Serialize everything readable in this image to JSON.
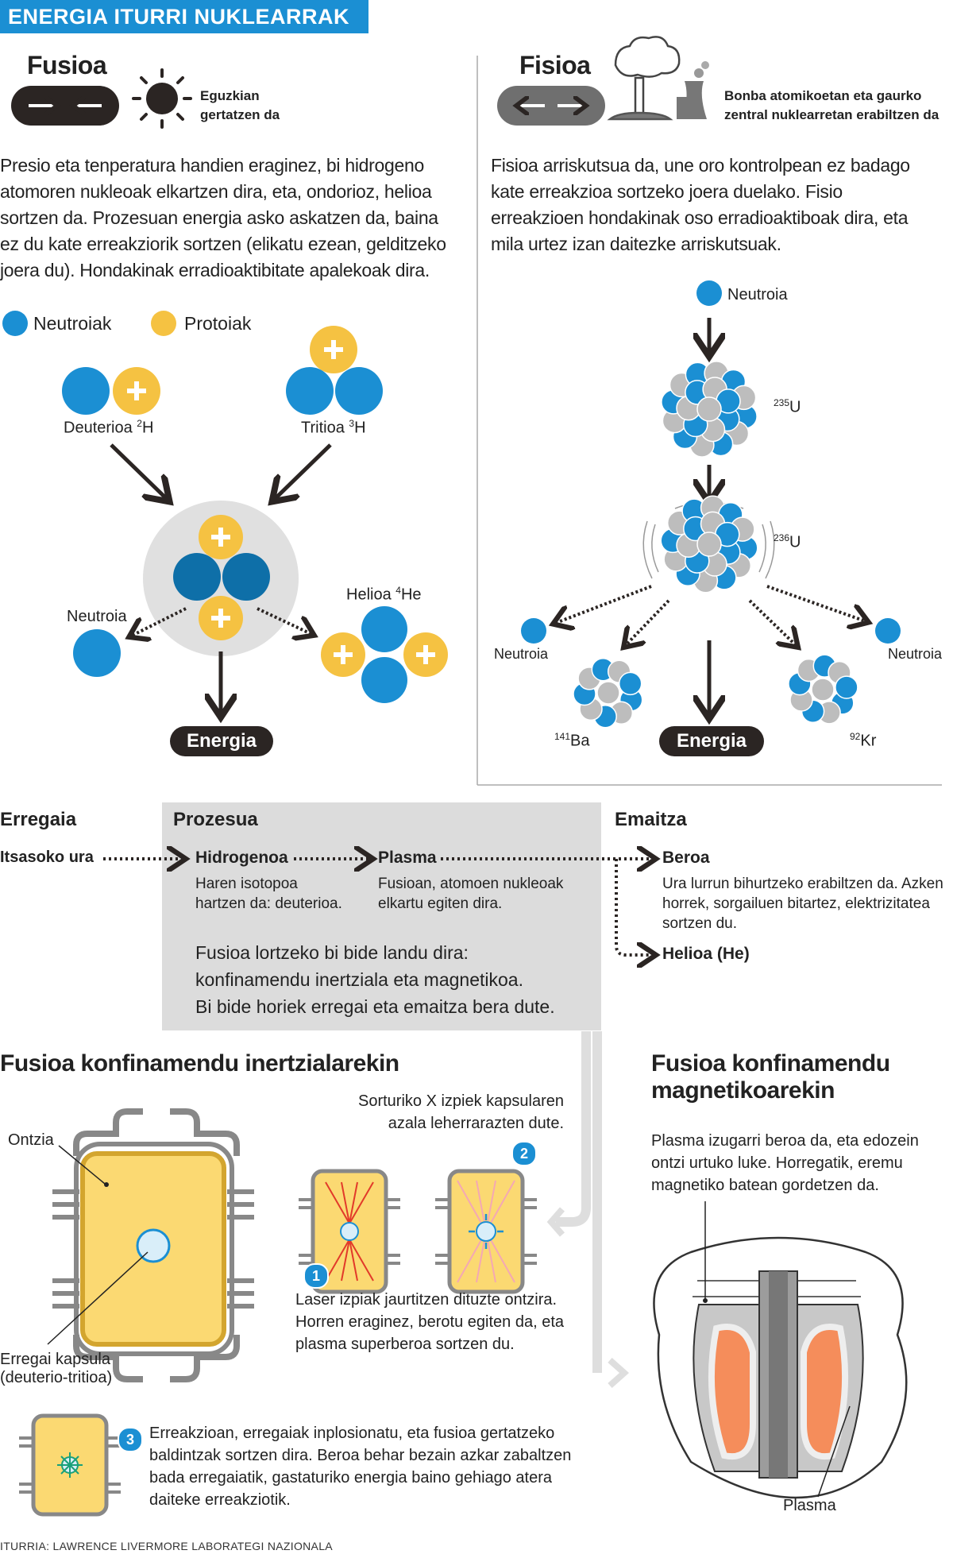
{
  "header": {
    "title": "ENERGIA ITURRI NUKLEARRAK"
  },
  "fusion": {
    "title": "Fusioa",
    "sun_caption": [
      "Eguzkian",
      "gertatzen da"
    ],
    "description": [
      "Presio eta tenperatura handien eraginez, bi hidrogeno",
      "atomoren nukleoak elkartzen dira, eta, ondorioz, helioa",
      "sortzen da. Prozesuan energia asko askatzen da, baina",
      "ez du kate erreakziorik sortzen (elikatu ezean, gelditzeko",
      "joera du). Hondakinak erradioaktibitate apalekoak dira."
    ],
    "legend_neutrons": "Neutroiak",
    "legend_protons": "Protoiak",
    "deuterium": "Deuterioa",
    "deuterium_iso": "2",
    "tritium": "Tritioa",
    "tritium_iso": "3",
    "element_h": "H",
    "neutron": "Neutroia",
    "helium": "Helioa",
    "helium_iso": "4",
    "element_he": "He",
    "energy": "Energia",
    "plus": "+"
  },
  "fission": {
    "title": "Fisioa",
    "caption": [
      "Bonba atomikoetan eta gaurko",
      "zentral nuklearretan erabiltzen da"
    ],
    "description": [
      "Fisioa arriskutsua da, une oro kontrolpean ez badago",
      "kate erreakzioa sortzeko joera duelako. Fisio",
      "erreakzioen hondakinak oso erradioaktiboak dira, eta",
      "mila urtez izan daitezke arriskutsuak."
    ],
    "neutron": "Neutroia",
    "u235_iso": "235",
    "u236_iso": "236",
    "element_u": "U",
    "ba_iso": "141",
    "element_ba": "Ba",
    "kr_iso": "92",
    "element_kr": "Kr",
    "energy": "Energia"
  },
  "process": {
    "fuel_title": "Erregaia",
    "process_title": "Prozesua",
    "result_title": "Emaitza",
    "seawater": "Itsasoko ura",
    "hydrogen": "Hidrogenoa",
    "hydrogen_text": [
      "Haren isotopoa",
      "hartzen da: deuterioa."
    ],
    "plasma": "Plasma",
    "plasma_text": [
      "Fusioan, atomoen nukleoak",
      "elkartu egiten dira."
    ],
    "heat": "Beroa",
    "heat_text": [
      "Ura lurrun bihurtzeko erabiltzen da. Azken",
      "horrek, sorgailuen bitartez, elektrizitatea",
      "sortzen du."
    ],
    "helium": "Helioa (He)",
    "note": [
      "Fusioa lortzeko bi bide landu dira:",
      "konfinamendu inertziala eta magnetikoa.",
      "Bi bide horiek erregai eta emaitza bera dute."
    ]
  },
  "inertial": {
    "title": "Fusioa konfinamendu inertzialarekin",
    "vessel": "Ontzia",
    "capsule": [
      "Erregai kapsula",
      "(deuterio-tritioa)"
    ],
    "xray": [
      "Sorturiko X izpiek kapsularen",
      "azala leherrarazten dute."
    ],
    "laser": [
      "Laser izpiak jaurtitzen dituzte ontzira.",
      "Horren eraginez, berotu egiten da, eta",
      "plasma superberoa sortzen du."
    ],
    "reaction": [
      "Erreakzioan, erregaiak inplosionatu, eta fusioa gertatzeko",
      "baldintzak sortzen dira. Beroa behar bezain azkar zabaltzen",
      "bada erregaiatik, gastaturiko energia baino gehiago atera",
      "daiteke erreakziotik."
    ],
    "step1": "1",
    "step2": "2",
    "step3": "3"
  },
  "magnetic": {
    "title": [
      "Fusioa konfinamendu",
      "magnetikoarekin"
    ],
    "text": [
      "Plasma izugarri beroa da, eta edozein",
      "ontzi urtuko luke. Horregatik, eremu",
      "magnetiko batean gordetzen da."
    ],
    "plasma": "Plasma"
  },
  "source": "ITURRIA: LAWRENCE LIVERMORE LABORATEGI NAZIONALA",
  "colors": {
    "blue": "#1b8fd3",
    "yellow": "#f5c242",
    "dark": "#2b2523",
    "gray": "#bdbdbd",
    "light_gray": "#dedede",
    "orange": "#f58d5b"
  }
}
